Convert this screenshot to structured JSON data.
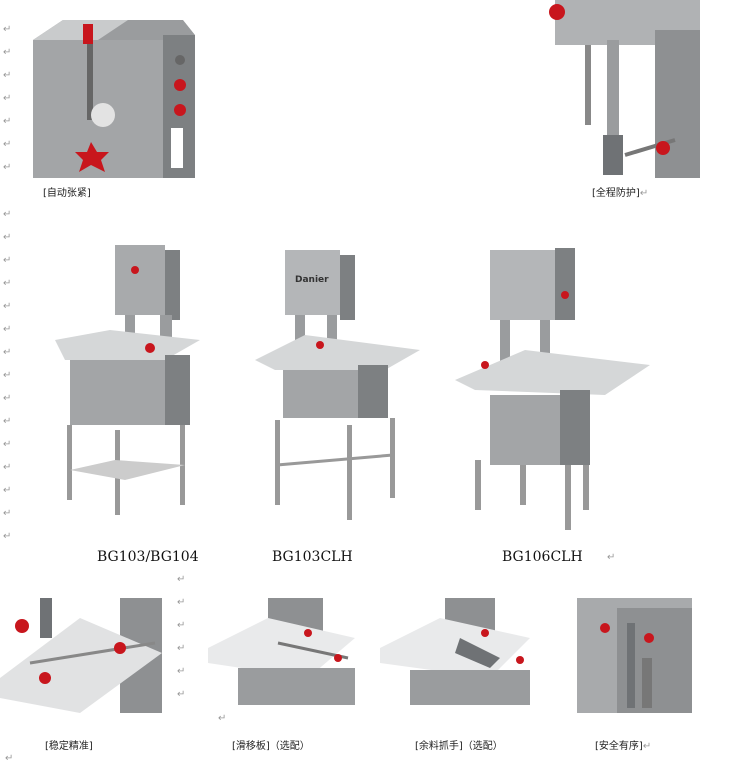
{
  "paragraph_mark": "↵",
  "top_captions": [
    "[自动张紧]",
    "[全程防护]"
  ],
  "models": [
    "BG103/BG104",
    "BG103CLH",
    "BG106CLH"
  ],
  "bottom_captions": [
    "[稳定精准]",
    "[滑移板]（选配）",
    "[余料抓手]（选配）",
    "[安全有序]"
  ],
  "machine_brand": "Danier",
  "colors": {
    "steel": "#a9acae",
    "dark_steel": "#6f7275",
    "knob_red": "#c8161d"
  }
}
